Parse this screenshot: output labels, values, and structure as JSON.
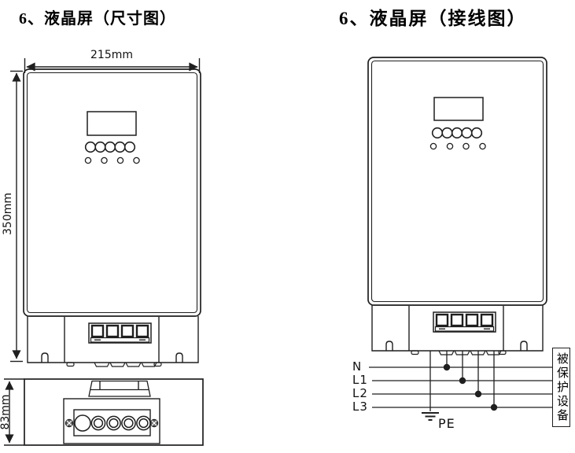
{
  "left_diagram": {
    "title": "6、液晶屏（尺寸图）",
    "width_label": "215mm",
    "height_label": "350mm",
    "depth_label": "83mm"
  },
  "right_diagram": {
    "title": "6、液晶屏（接线图）",
    "wire_labels": {
      "neutral": "N",
      "l1": "L1",
      "l2": "L2",
      "l3": "L3"
    },
    "ground_label": "PE",
    "protected_device_label": "被保护设备"
  },
  "colors": {
    "line": "#1f1f1f",
    "background": "#ffffff"
  }
}
